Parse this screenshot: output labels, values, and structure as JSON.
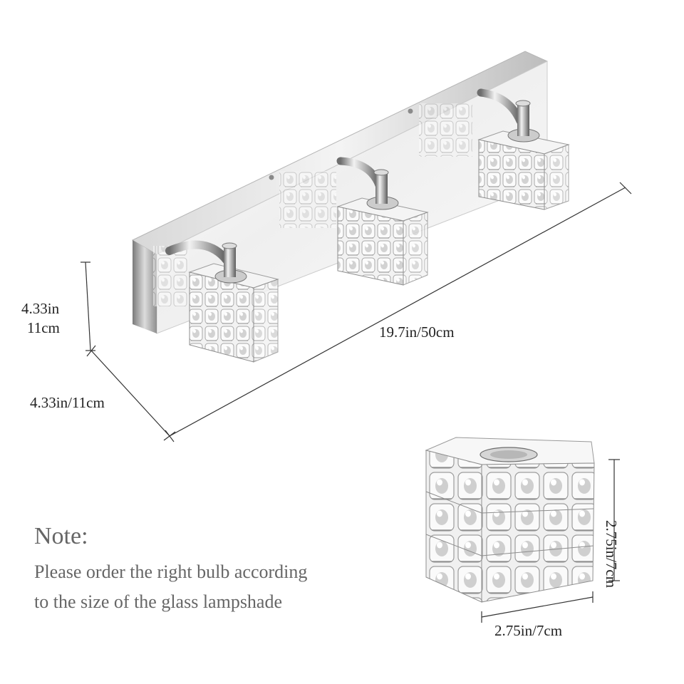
{
  "dimensions": {
    "height_in": "4.33in",
    "height_cm": "11cm",
    "depth": "4.33in/11cm",
    "width": "19.7in/50cm",
    "shade_height": "2.75in/7cm",
    "shade_width": "2.75in/7cm"
  },
  "note": {
    "title": "Note:",
    "line1": "Please order the right bulb according",
    "line2": "to the size of the glass lampshade"
  },
  "colors": {
    "text": "#222222",
    "note_text": "#666666",
    "chrome_light": "#f6f6f6",
    "chrome_dark": "#9a9a9a",
    "dimension_line": "#333333"
  }
}
